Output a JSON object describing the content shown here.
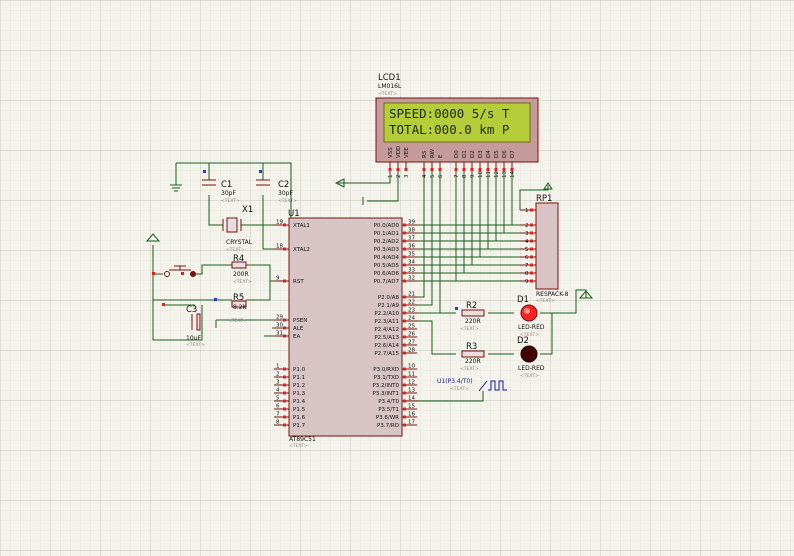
{
  "colors": {
    "background": "#f3f3ec",
    "grid_minor": "#dcdcd2",
    "grid_major": "#c4c4b8",
    "wire": "#1e5b1e",
    "part_outline": "#7a1010",
    "chip_fill": "#d8c4c4",
    "lcd_bezel": "#c49a9a",
    "lcd_screen": "#b5cd38",
    "pin_red": "#e02020",
    "pin_blue": "#2040e0",
    "led_red": "#ff2020",
    "led_dark": "#400000"
  },
  "lcd": {
    "ref": "LCD1",
    "model": "LM016L",
    "text_tag": "<TEXT>",
    "line1": "SPEED:0000 5/s T",
    "line2": "TOTAL:000.0 km P",
    "pins": [
      "VSS",
      "VDD",
      "VEE",
      "RS",
      "RW",
      "E",
      "D0",
      "D1",
      "D2",
      "D3",
      "D4",
      "D5",
      "D6",
      "D7"
    ],
    "pin_numbers": [
      "1",
      "2",
      "3",
      "4",
      "5",
      "6",
      "7",
      "8",
      "9",
      "10",
      "11",
      "12",
      "13",
      "14"
    ]
  },
  "u1": {
    "ref": "U1",
    "model": "AT89C51",
    "text_tag": "<TEXT>",
    "left_pins": [
      {
        "num": "19",
        "name": "XTAL1"
      },
      {
        "num": "18",
        "name": "XTAL2"
      },
      {
        "num": "9",
        "name": "RST"
      },
      {
        "num": "29",
        "name": "PSEN"
      },
      {
        "num": "30",
        "name": "ALE"
      },
      {
        "num": "31",
        "name": "EA"
      },
      {
        "num": "1",
        "name": "P1.0"
      },
      {
        "num": "2",
        "name": "P1.1"
      },
      {
        "num": "3",
        "name": "P1.2"
      },
      {
        "num": "4",
        "name": "P1.3"
      },
      {
        "num": "5",
        "name": "P1.4"
      },
      {
        "num": "6",
        "name": "P1.5"
      },
      {
        "num": "7",
        "name": "P1.6"
      },
      {
        "num": "8",
        "name": "P1.7"
      }
    ],
    "right_pins": [
      {
        "num": "39",
        "name": "P0.0/AD0"
      },
      {
        "num": "38",
        "name": "P0.1/AD1"
      },
      {
        "num": "37",
        "name": "P0.2/AD2"
      },
      {
        "num": "36",
        "name": "P0.3/AD3"
      },
      {
        "num": "35",
        "name": "P0.4/AD4"
      },
      {
        "num": "34",
        "name": "P0.5/AD5"
      },
      {
        "num": "33",
        "name": "P0.6/AD6"
      },
      {
        "num": "32",
        "name": "P0.7/AD7"
      },
      {
        "num": "21",
        "name": "P2.0/A8"
      },
      {
        "num": "22",
        "name": "P2.1/A9"
      },
      {
        "num": "23",
        "name": "P2.2/A10"
      },
      {
        "num": "24",
        "name": "P2.3/A11"
      },
      {
        "num": "25",
        "name": "P2.4/A12"
      },
      {
        "num": "26",
        "name": "P2.5/A13"
      },
      {
        "num": "27",
        "name": "P2.6/A14"
      },
      {
        "num": "28",
        "name": "P2.7/A15"
      },
      {
        "num": "10",
        "name": "P3.0/RXD"
      },
      {
        "num": "11",
        "name": "P3.1/TXD"
      },
      {
        "num": "12",
        "name": "P3.2/INT0"
      },
      {
        "num": "13",
        "name": "P3.3/INT1"
      },
      {
        "num": "14",
        "name": "P3.4/T0"
      },
      {
        "num": "15",
        "name": "P3.5/T1"
      },
      {
        "num": "16",
        "name": "P3.6/WR"
      },
      {
        "num": "17",
        "name": "P3.7/RD"
      }
    ]
  },
  "c1": {
    "ref": "C1",
    "value": "30pF",
    "text_tag": "<TEXT>"
  },
  "c2": {
    "ref": "C2",
    "value": "30pF",
    "text_tag": "<TEXT>"
  },
  "x1": {
    "ref": "X1",
    "value": "CRYSTAL",
    "text_tag": "<TEXT>"
  },
  "r4": {
    "ref": "R4",
    "value": "200R",
    "text_tag": "<TEXT>"
  },
  "r5": {
    "ref": "R5",
    "value": "8.2K",
    "text_tag": "<TEXT>"
  },
  "c3": {
    "ref": "C3",
    "value": "10uF",
    "text_tag": "<TEXT>"
  },
  "r2": {
    "ref": "R2",
    "value": "220R",
    "text_tag": "<TEXT>"
  },
  "r3": {
    "ref": "R3",
    "value": "220R",
    "text_tag": "<TEXT>"
  },
  "d1": {
    "ref": "D1",
    "value": "LED-RED",
    "text_tag": "<TEXT>"
  },
  "d2": {
    "ref": "D2",
    "value": "LED-RED",
    "text_tag": "<TEXT>"
  },
  "rp1": {
    "ref": "RP1",
    "value": "RESPACK-8",
    "text_tag": "<TEXT>",
    "pins": [
      "1",
      "2",
      "3",
      "4",
      "5",
      "6",
      "7",
      "8",
      "9"
    ]
  },
  "signal": {
    "label": "U1(P3.4/T0)",
    "text_tag": "<TEXT>"
  }
}
